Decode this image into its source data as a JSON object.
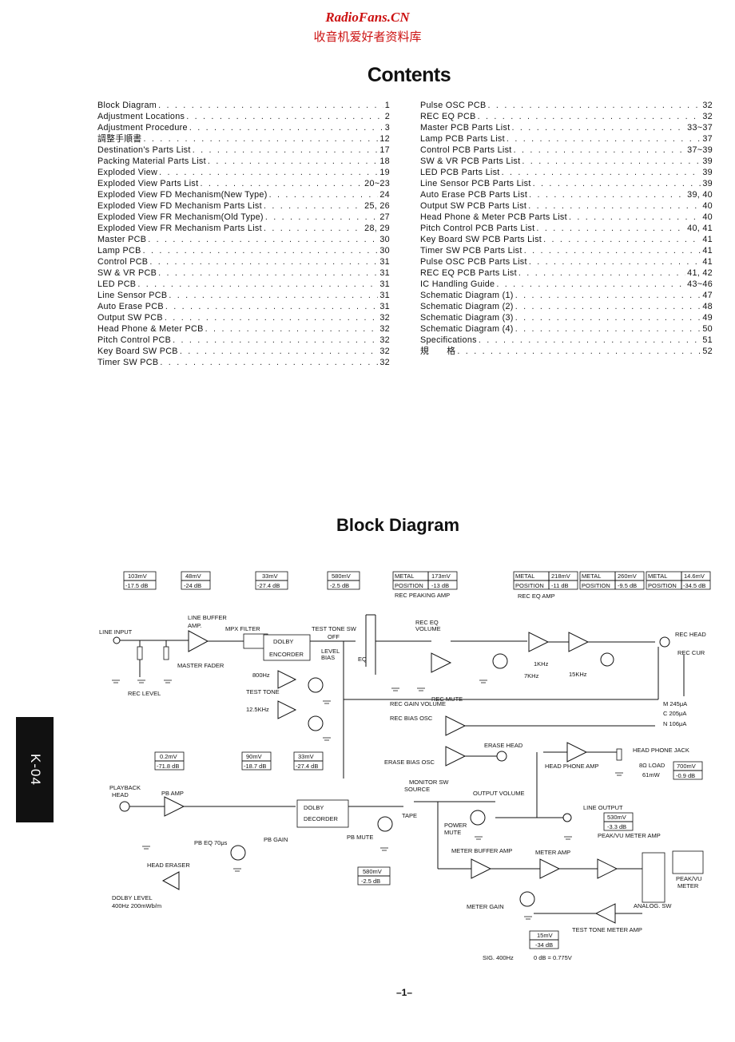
{
  "header": {
    "brand": "RadioFans.CN",
    "subtitle": "收音机爱好者资料库"
  },
  "contents": {
    "title": "Contents",
    "left": [
      {
        "label": "Block  Diagram",
        "page": "1"
      },
      {
        "label": "Adjustment  Locations",
        "page": "2"
      },
      {
        "label": "Adjustment  Procedure",
        "page": "3"
      },
      {
        "label": "調整手順書",
        "page": "12"
      },
      {
        "label": "Destination's  Parts  List",
        "page": "17"
      },
      {
        "label": "Packing  Material  Parts  List",
        "page": "18"
      },
      {
        "label": "Exploded  View",
        "page": "19"
      },
      {
        "label": "Exploded  View  Parts  List",
        "page": "20~23"
      },
      {
        "label": "Exploded  View  FD  Mechanism(New  Type)",
        "page": "24"
      },
      {
        "label": "Exploded  View  FD  Mechanism  Parts  List",
        "page": "25, 26"
      },
      {
        "label": "Exploded  View  FR  Mechanism(Old  Type)",
        "page": "27"
      },
      {
        "label": "Exploded  View  FR  Mechanism  Parts  List",
        "page": "28, 29"
      },
      {
        "label": "Master PCB",
        "page": "30"
      },
      {
        "label": "Lamp  PCB",
        "page": "30"
      },
      {
        "label": "Control  PCB",
        "page": "31"
      },
      {
        "label": "SW  &  VR  PCB",
        "page": "31"
      },
      {
        "label": "LED  PCB",
        "page": "31"
      },
      {
        "label": "Line  Sensor  PCB",
        "page": "31"
      },
      {
        "label": "Auto  Erase  PCB",
        "page": "31"
      },
      {
        "label": "Output  SW  PCB",
        "page": "32"
      },
      {
        "label": "Head  Phone  &  Meter  PCB",
        "page": "32"
      },
      {
        "label": "Pitch  Control  PCB",
        "page": "32"
      },
      {
        "label": "Key  Board  SW  PCB",
        "page": "32"
      },
      {
        "label": "Timer  SW  PCB",
        "page": "32"
      }
    ],
    "right": [
      {
        "label": "Pulse  OSC  PCB",
        "page": "32"
      },
      {
        "label": "REC  EQ  PCB",
        "page": "32"
      },
      {
        "label": "Master  PCB  Parts  List",
        "page": "33~37"
      },
      {
        "label": "Lamp  PCB  Parts  List",
        "page": "37"
      },
      {
        "label": "Control  PCB  Parts  List",
        "page": "37~39"
      },
      {
        "label": "SW  &  VR  PCB  Parts  List",
        "page": "39"
      },
      {
        "label": "LED  PCB  Parts  List",
        "page": "39"
      },
      {
        "label": "Line  Sensor  PCB  Parts  List",
        "page": "39"
      },
      {
        "label": "Auto  Erase  PCB  Parts  List",
        "page": "39, 40"
      },
      {
        "label": "Output  SW  PCB  Parts  List",
        "page": "40"
      },
      {
        "label": "Head  Phone  &  Meter  PCB  Parts  List",
        "page": "40"
      },
      {
        "label": "Pitch  Control  PCB  Parts  List",
        "page": "40, 41"
      },
      {
        "label": "Key  Board  SW  PCB  Parts  List",
        "page": "41"
      },
      {
        "label": "Timer  SW  PCB  Parts  List",
        "page": "41"
      },
      {
        "label": "Pulse  OSC  PCB  Parts  List",
        "page": "41"
      },
      {
        "label": "REC  EQ  PCB  Parts  List",
        "page": "41, 42"
      },
      {
        "label": "IC  Handling  Guide",
        "page": "43~46"
      },
      {
        "label": "Schematic  Diagram (1)",
        "page": "47"
      },
      {
        "label": "Schematic  Diagram (2)",
        "page": "48"
      },
      {
        "label": "Schematic  Diagram (3)",
        "page": "49"
      },
      {
        "label": "Schematic  Diagram (4)",
        "page": "50"
      },
      {
        "label": "Specifications",
        "page": "51"
      },
      {
        "label": "規　　格",
        "page": "52"
      }
    ]
  },
  "block_diagram": {
    "title": "Block Diagram",
    "level_boxes": [
      {
        "id": "lvl1",
        "top": "103mV",
        "bottom": "-17.5 dB"
      },
      {
        "id": "lvl2",
        "top": "48mV",
        "bottom": "-24 dB"
      },
      {
        "id": "lvl3",
        "top": "33mV",
        "bottom": "-27.4 dB"
      },
      {
        "id": "lvl4",
        "top": "580mV",
        "bottom": "-2.5 dB"
      },
      {
        "id": "lvl5",
        "top": "173mV",
        "bottom": "-13 dB"
      },
      {
        "id": "lvl6",
        "top": "218mV",
        "bottom": "-11 dB"
      },
      {
        "id": "lvl7",
        "top": "260mV",
        "bottom": "-9.5 dB"
      },
      {
        "id": "lvl8",
        "top": "14.6mV",
        "bottom": "-34.5 dB"
      },
      {
        "id": "lvl9",
        "top": "0.2mV",
        "bottom": "-71.8 dB"
      },
      {
        "id": "lvl10",
        "top": "90mV",
        "bottom": "-18.7 dB"
      },
      {
        "id": "lvl11",
        "top": "33mV",
        "bottom": "-27.4 dB"
      },
      {
        "id": "lvl12",
        "top": "700mV",
        "bottom": "-0.9 dB"
      },
      {
        "id": "lvl13",
        "top": "530mV",
        "bottom": "-3.3 dB"
      },
      {
        "id": "lvl14",
        "top": "580mV",
        "bottom": "-2.5 dB"
      },
      {
        "id": "lvl15",
        "top": "15mV",
        "bottom": "-34 dB"
      }
    ],
    "metal_position": {
      "metal": "METAL",
      "position": "POSITION"
    },
    "labels": {
      "line_input": "LINE INPUT",
      "line_buffer_amp": "LINE BUFFER",
      "amp": "AMP.",
      "mpx_filter": "MPX FILTER",
      "master_fader": "MASTER FADER",
      "rec_level": "REC LEVEL",
      "dolby": "DOLBY",
      "encorder": "ENCORDER",
      "test_tone_sw": "TEST TONE SW",
      "off": "OFF",
      "level": "LEVEL",
      "bias": "BIAS",
      "eq": "EQ",
      "hz800": "800Hz",
      "test_tone": "TEST TONE",
      "khz125": "12.5KHz",
      "rec_peaking_amp": "REC PEAKING AMP",
      "rec_eq_volume_1": "REC EQ",
      "rec_eq_volume_2": "VOLUME",
      "rec_eq_amp": "REC EQ AMP",
      "khz1": "1KHz",
      "khz7": "7KHz",
      "khz15": "15KHz",
      "rec_head": "REC HEAD",
      "rec_cur": "REC CUR",
      "rec_gain_volume": "REC GAIN VOLUME",
      "rec_mute": "REC MUTE",
      "rec_bias_osc": "REC BIAS OSC",
      "m": "M  245μA",
      "c": "C  205μA",
      "n": "N  106μA",
      "erase_head": "ERASE HEAD",
      "erase_bias_osc": "ERASE BIAS OSC",
      "head_phone_amp": "HEAD PHONE AMP",
      "head_phone_jack": "HEAD PHONE JACK",
      "load": "8Ω LOAD",
      "mw61": "61mW",
      "playback_head_1": "PLAYBACK",
      "playback_head_2": "HEAD",
      "pb_amp": "PB AMP",
      "pb_eq": "PB EQ 70μs",
      "pb_gain": "PB GAIN",
      "decorder_dolby": "DOLBY",
      "decorder": "DECORDER",
      "monitor_sw": "MONITOR SW",
      "source": "SOURCE",
      "tape": "TAPE",
      "pb_mute": "PB MUTE",
      "output_volume": "OUTPUT VOLUME",
      "power_mute_1": "POWER",
      "power_mute_2": "MUTE",
      "line_output": "LINE OUTPUT",
      "peak_vu_meter_amp": "PEAK/VU METER AMP",
      "head_eraser": "HEAD ERASER",
      "dolby_level": "DOLBY LEVEL",
      "dolby_level_sub": "400Hz 200mWb/m",
      "meter_buffer_amp": "METER BUFFER AMP",
      "meter_amp": "METER AMP",
      "meter_gain": "METER GAIN",
      "peak_vu_meter_1": "PEAK/VU",
      "peak_vu_meter_2": "METER",
      "analog_sw": "ANALOG. SW",
      "test_tone_meter_amp": "TEST TONE METER AMP",
      "sig": "SIG. 400Hz",
      "odb": "0 dB = 0.775V"
    }
  },
  "side_tab": "K-04",
  "footer": {
    "page": "–1–"
  }
}
